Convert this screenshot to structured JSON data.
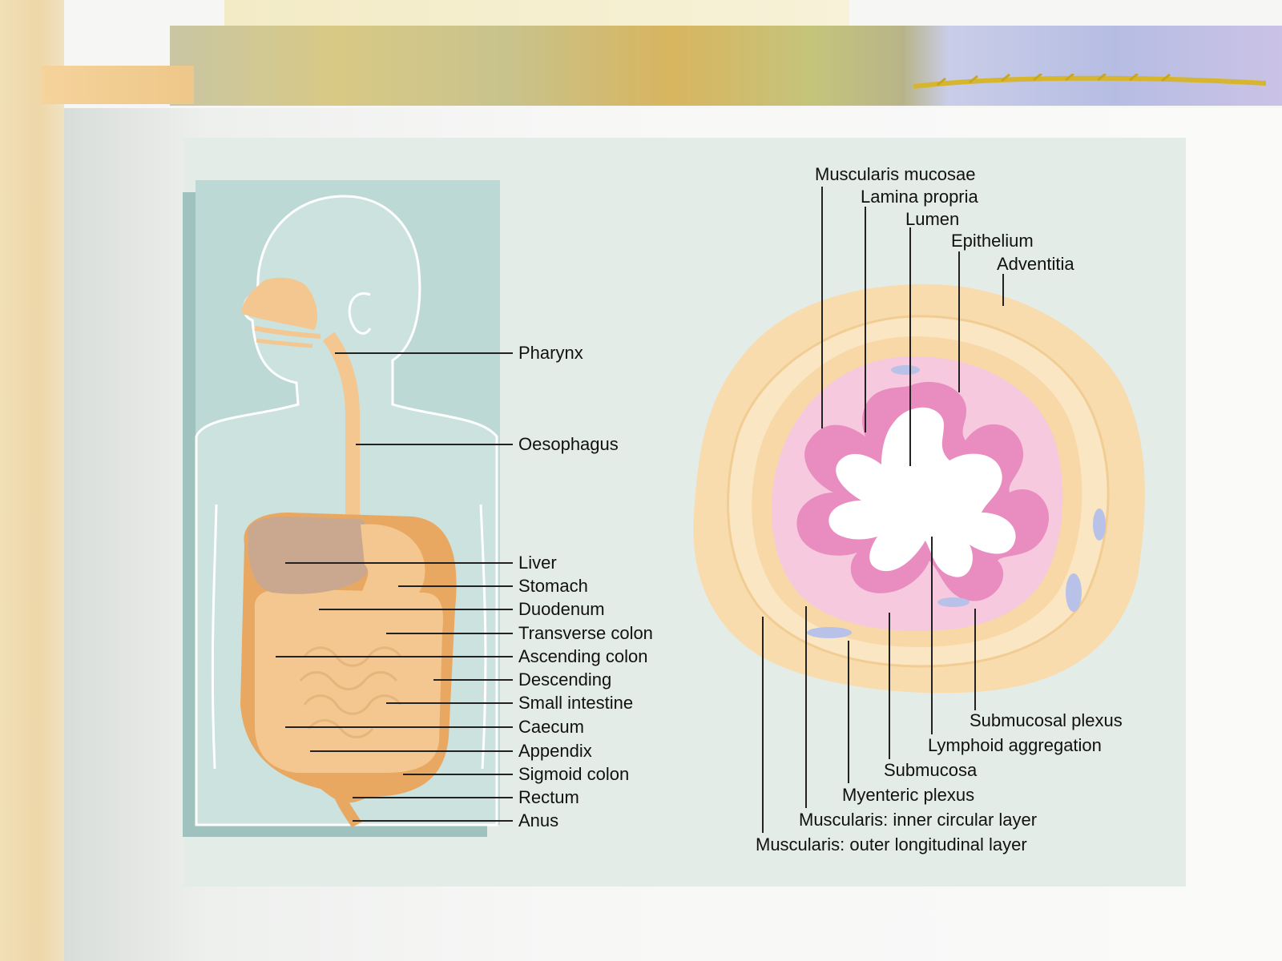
{
  "digestive_tract_labels": [
    {
      "id": "pharynx",
      "text": "Pharynx"
    },
    {
      "id": "oesophagus",
      "text": "Oesophagus"
    },
    {
      "id": "liver",
      "text": "Liver"
    },
    {
      "id": "stomach",
      "text": "Stomach"
    },
    {
      "id": "duodenum",
      "text": "Duodenum"
    },
    {
      "id": "transverse-colon",
      "text": "Transverse colon"
    },
    {
      "id": "ascending-colon",
      "text": "Ascending colon"
    },
    {
      "id": "descending",
      "text": "Descending"
    },
    {
      "id": "small-intestine",
      "text": "Small intestine"
    },
    {
      "id": "caecum",
      "text": "Caecum"
    },
    {
      "id": "appendix",
      "text": "Appendix"
    },
    {
      "id": "sigmoid-colon",
      "text": "Sigmoid colon"
    },
    {
      "id": "rectum",
      "text": "Rectum"
    },
    {
      "id": "anus",
      "text": "Anus"
    }
  ],
  "cross_section_top_labels": [
    {
      "id": "muscularis-mucosae",
      "text": "Muscularis mucosae"
    },
    {
      "id": "lamina-propria",
      "text": "Lamina propria"
    },
    {
      "id": "lumen",
      "text": "Lumen"
    },
    {
      "id": "epithelium",
      "text": "Epithelium"
    },
    {
      "id": "adventitia",
      "text": "Adventitia"
    }
  ],
  "cross_section_bottom_labels": [
    {
      "id": "submucosal-plexus",
      "text": "Submucosal plexus"
    },
    {
      "id": "lymphoid-aggregation",
      "text": "Lymphoid aggregation"
    },
    {
      "id": "submucosa",
      "text": "Submucosa"
    },
    {
      "id": "myenteric-plexus",
      "text": "Myenteric plexus"
    },
    {
      "id": "muscularis-inner",
      "text": "Muscularis: inner circular layer"
    },
    {
      "id": "muscularis-outer",
      "text": "Muscularis: outer longitudinal layer"
    }
  ],
  "colors": {
    "organ": "#f3c78f",
    "organ_dark": "#e8a862",
    "liver": "#c9a88f",
    "mucosa": "#e98cbf",
    "mucosa_light": "#f6c9de",
    "tissue_outer": "#f8dcae",
    "figure_bg": "#bcd9d6"
  }
}
